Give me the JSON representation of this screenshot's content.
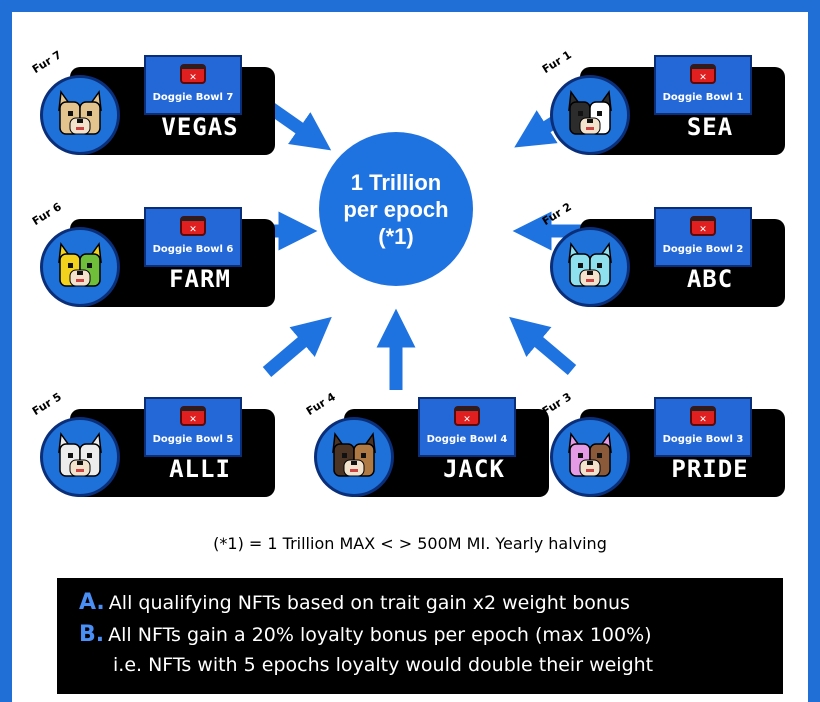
{
  "center": {
    "line1": "1 Trillion",
    "line2": "per epoch",
    "line3": "(*1)"
  },
  "cards": [
    {
      "fur": "Fur 7",
      "bowl": "Doggie Bowl 7",
      "name": "VEGAS",
      "colors": [
        "#e3c48f",
        "#e3c48f"
      ]
    },
    {
      "fur": "Fur 1",
      "bowl": "Doggie Bowl 1",
      "name": "SEA",
      "colors": [
        "#2c2c2c",
        "#ffffff"
      ]
    },
    {
      "fur": "Fur 6",
      "bowl": "Doggie Bowl 6",
      "name": "FARM",
      "colors": [
        "#f2d21c",
        "#6fbf3a"
      ]
    },
    {
      "fur": "Fur 2",
      "bowl": "Doggie Bowl 2",
      "name": "ABC",
      "colors": [
        "#8fe0ee",
        "#8fe0ee"
      ]
    },
    {
      "fur": "Fur 5",
      "bowl": "Doggie Bowl 5",
      "name": "ALLI",
      "colors": [
        "#ececec",
        "#ececec"
      ]
    },
    {
      "fur": "Fur 4",
      "bowl": "Doggie Bowl 4",
      "name": "JACK",
      "colors": [
        "#4b3424",
        "#b07a45"
      ]
    },
    {
      "fur": "Fur 3",
      "bowl": "Doggie Bowl 3",
      "name": "PRIDE",
      "colors": [
        "#e59be6",
        "#8a5a3a"
      ]
    }
  ],
  "footnote": "(*1) = 1 Trillion MAX < > 500M MI. Yearly halving",
  "rules": [
    {
      "letter": "A.",
      "text": "All qualifying NFTs based on trait gain x2 weight bonus"
    },
    {
      "letter": "B.",
      "text": "All NFTs gain a 20% loyalty bonus per epoch (max 100%)"
    },
    {
      "letter": "",
      "text": "i.e. NFTs with 5 epochs loyalty would double their weight"
    }
  ],
  "accent_blue": "#1f73e0",
  "bowl_red": "#e02020"
}
